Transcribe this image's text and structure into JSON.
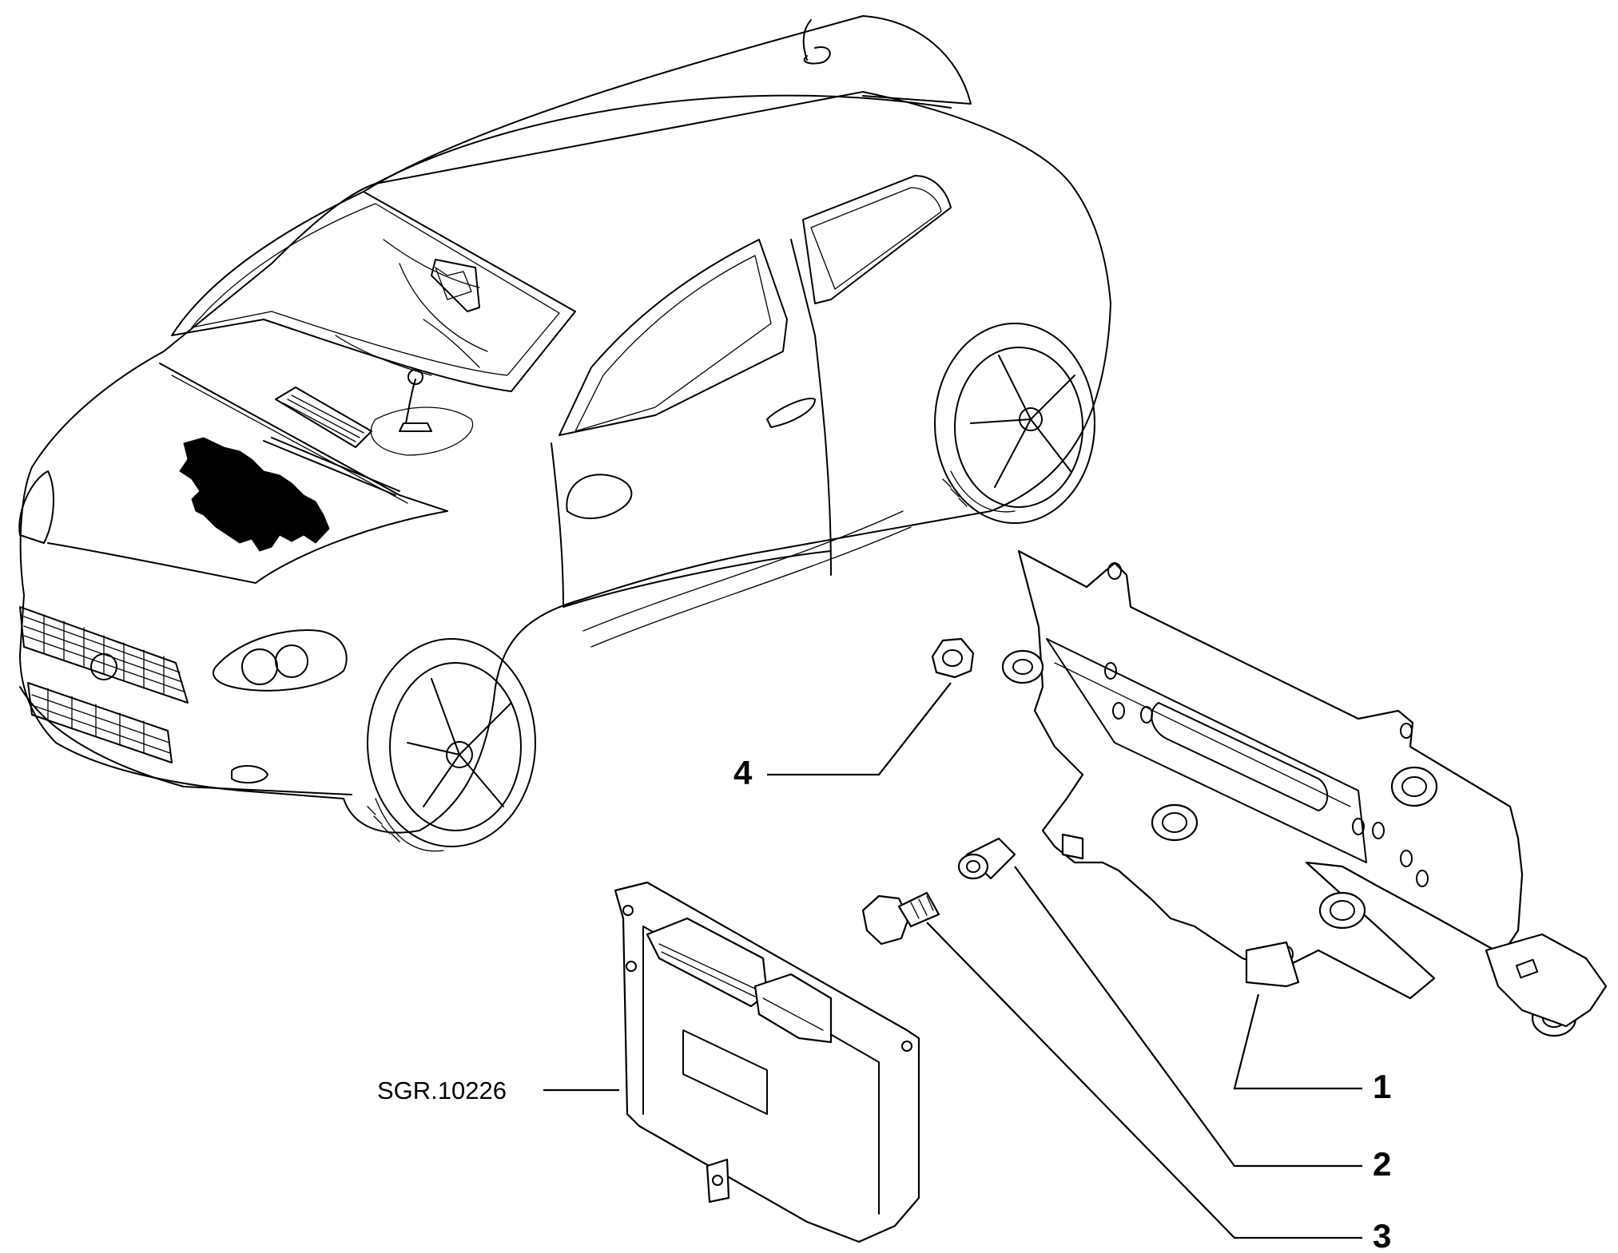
{
  "callouts": [
    {
      "id": "1",
      "label": "1"
    },
    {
      "id": "2",
      "label": "2"
    },
    {
      "id": "3",
      "label": "3"
    },
    {
      "id": "4",
      "label": "4"
    }
  ],
  "reference": {
    "label": "SGR.10226"
  },
  "colors": {
    "ink": "#000000",
    "paper": "#ffffff"
  }
}
